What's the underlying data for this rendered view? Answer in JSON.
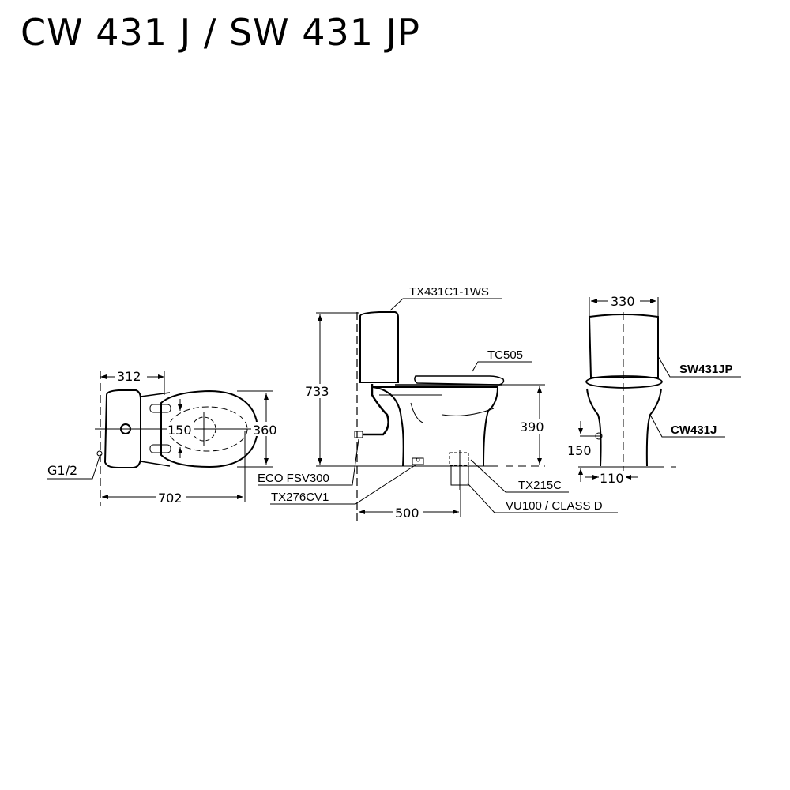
{
  "title": "CW 431 J / SW 431 JP",
  "top_view": {
    "dimensions": {
      "tank_depth": "312",
      "seat_fixing": "150",
      "width": "360",
      "length": "702"
    },
    "labels": {
      "inlet": "G1/2"
    }
  },
  "side_view": {
    "dimensions": {
      "total_height": "733",
      "seat_height": "390",
      "outlet_distance": "500"
    },
    "labels": {
      "tank_fitting": "TX431C1-1WS",
      "seat": "TC505",
      "stop_valve": "ECO FSV300",
      "fixing": "TX276CV1",
      "flange": "TX215C",
      "pipe": "VU100 / CLASS D"
    }
  },
  "front_view": {
    "dimensions": {
      "width": "330",
      "inlet_height": "150",
      "inlet_offset": "110"
    },
    "labels": {
      "tank": "SW431JP",
      "bowl": "CW431J"
    }
  }
}
